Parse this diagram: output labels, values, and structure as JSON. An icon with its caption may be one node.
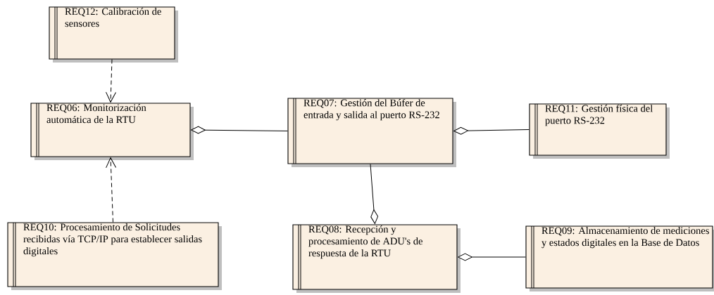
{
  "diagram": {
    "nodes": [
      {
        "text": [
          "REQ12: Calibración de sensores"
        ]
      },
      {
        "text": [
          "REQ06: Monitorización automática de la RTU"
        ]
      },
      {
        "text": [
          "REQ10: Procesamiento de Solicitudes recibidas vía TCP/IP para establecer salidas digitales"
        ]
      },
      {
        "text": [
          "REQ07: Gestión del Búfer de entrada y salida al puerto RS-232"
        ]
      },
      {
        "text": [
          "REQ11: Gestión física del puerto RS-232"
        ]
      },
      {
        "text": [
          "REQ08: Recepción y procesamiento de ADU's de respuesta de la RTU"
        ]
      },
      {
        "text": [
          "REQ09: Almacenamiento de mediciones y estados digitales en la Base de Datos"
        ]
      }
    ],
    "edges": [
      {
        "from": 0,
        "to": 1,
        "arrow": "to",
        "style": "dashed"
      },
      {
        "from": 2,
        "to": 1,
        "arrow": "to",
        "style": "dashed"
      },
      {
        "from": 3,
        "to": 1,
        "arrow": "other"
      },
      {
        "from": 4,
        "to": 3,
        "arrow": "other"
      },
      {
        "from": 3,
        "to": 5,
        "arrow": "other"
      },
      {
        "from": 6,
        "to": 5,
        "arrow": "other"
      }
    ]
  }
}
